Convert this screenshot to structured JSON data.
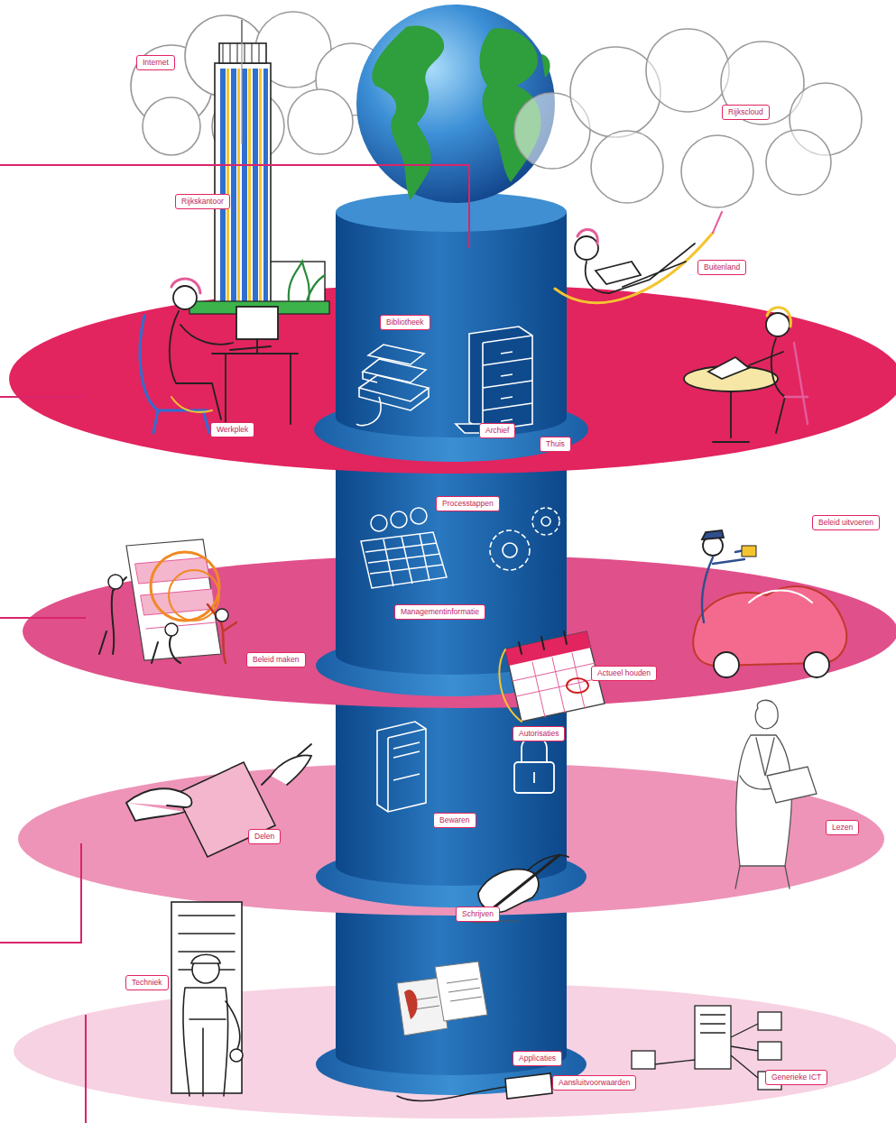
{
  "diagram": {
    "nodes": [
      {
        "text": [
          "Internet"
        ]
      },
      {
        "text": [
          "Rijkscloud"
        ]
      },
      {
        "text": [
          "Rijkskantoor"
        ]
      },
      {
        "text": [
          "Buitenland"
        ]
      },
      {
        "text": [
          "Bibliotheek"
        ]
      },
      {
        "text": [
          "Werkplek"
        ]
      },
      {
        "text": [
          "Archief"
        ]
      },
      {
        "text": [
          "Thuis"
        ]
      },
      {
        "text": [
          "Processtappen"
        ]
      },
      {
        "text": [
          "Beleid uitvoeren"
        ]
      },
      {
        "text": [
          "Managementinformatie"
        ]
      },
      {
        "text": [
          "Beleid maken"
        ]
      },
      {
        "text": [
          "Actueel houden"
        ]
      },
      {
        "text": [
          "Autorisaties"
        ]
      },
      {
        "text": [
          "Bewaren"
        ]
      },
      {
        "text": [
          "Lezen"
        ]
      },
      {
        "text": [
          "Delen"
        ]
      },
      {
        "text": [
          "Schrijven"
        ]
      },
      {
        "text": [
          "Techniek"
        ]
      },
      {
        "text": [
          "Applicaties"
        ]
      },
      {
        "text": [
          "Generieke ICT"
        ]
      },
      {
        "text": [
          "Aansluitvoorwaarden"
        ]
      }
    ]
  }
}
